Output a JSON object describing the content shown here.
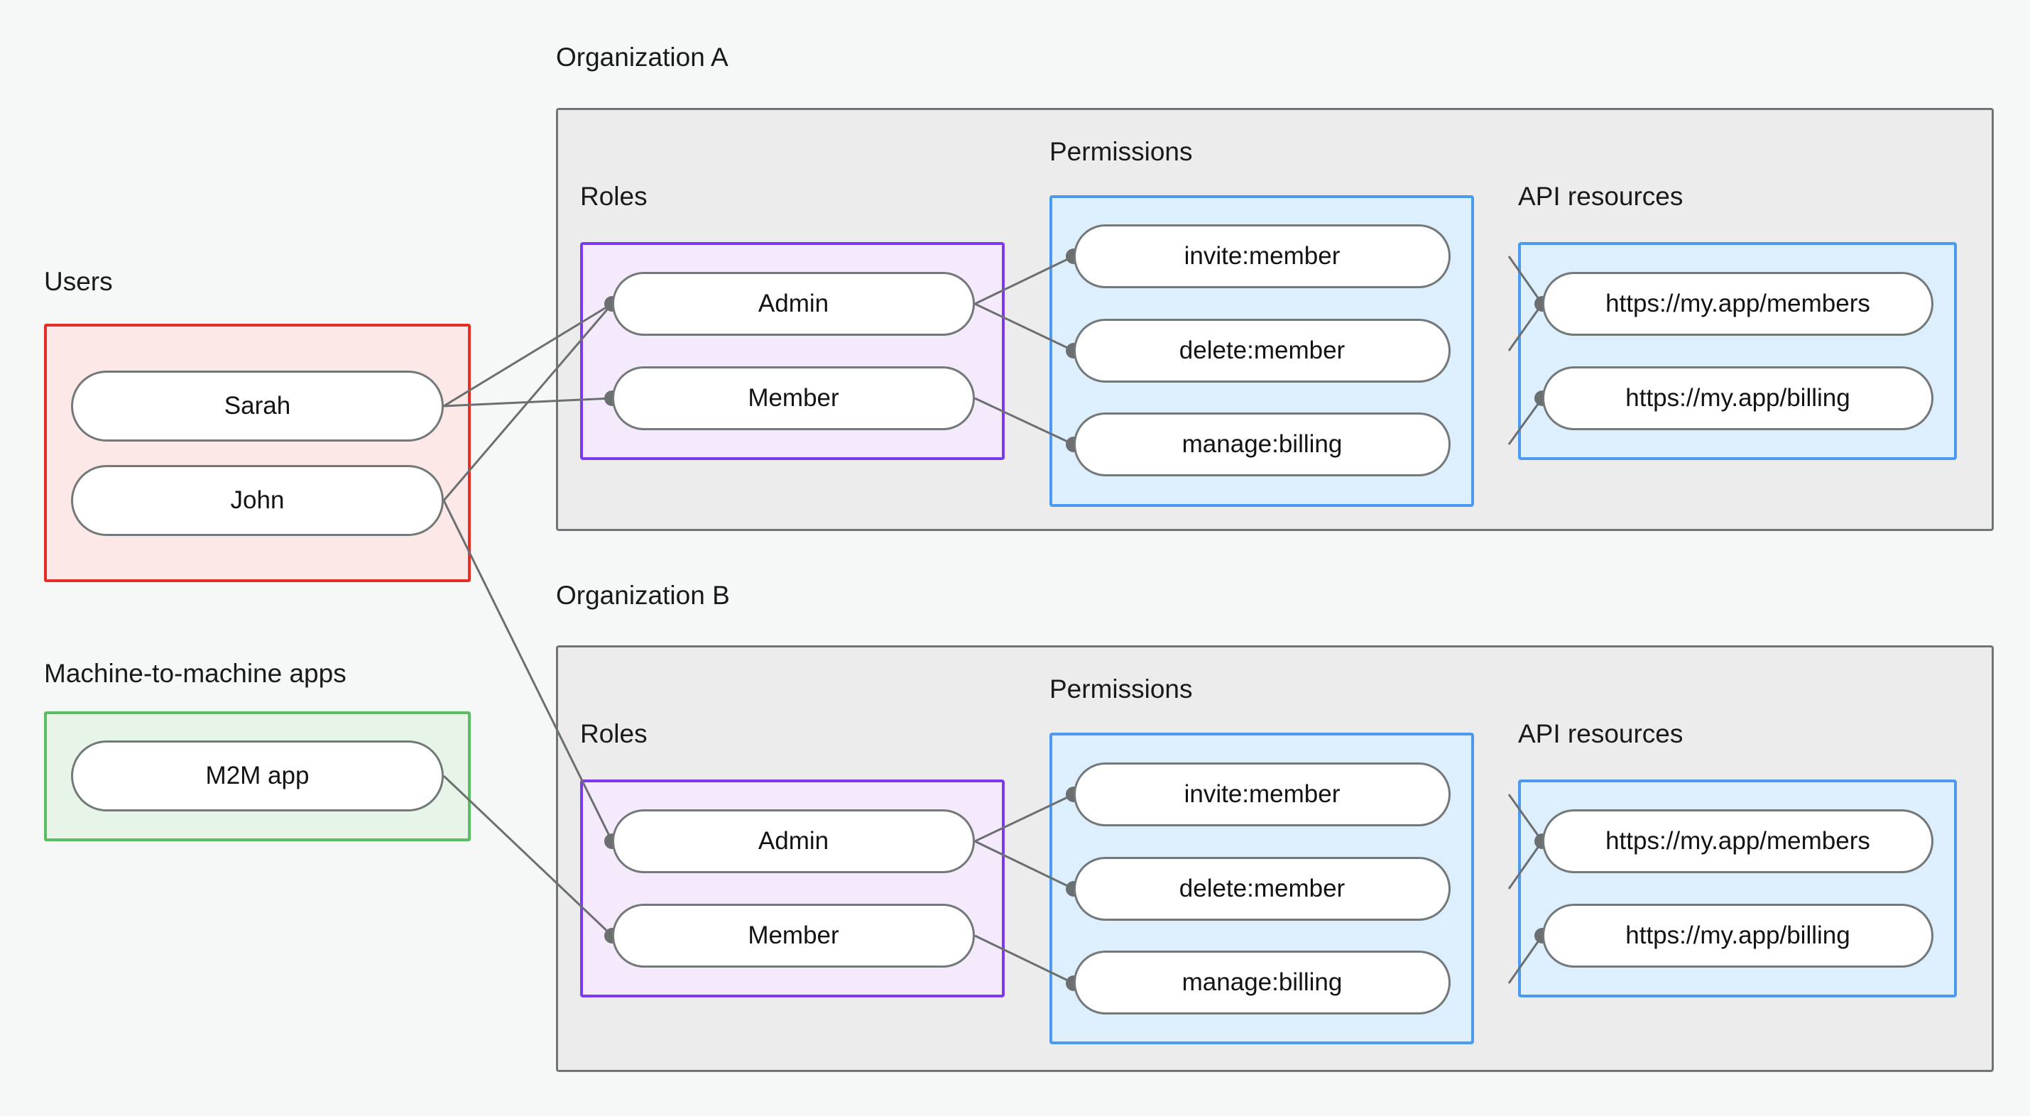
{
  "colors": {
    "page_background": "#f6f8f8",
    "org_fill": "#ececec",
    "org_border": "#6e7478",
    "users_fill": "#fce9e7",
    "users_border": "#e62d26",
    "m2m_fill": "#e7f5e8",
    "m2m_border": "#5bbd63",
    "roles_fill": "#f5eafc",
    "roles_border": "#7c3aed",
    "permissions_fill": "#ddeefd",
    "permissions_border": "#4a9bf0",
    "api_fill": "#ddeefd",
    "api_border": "#4a9bf0",
    "node_fill": "#ffffff",
    "node_border": "#737879",
    "link_stroke": "#6b6f70",
    "text": "#131313"
  },
  "identities": {
    "users": {
      "label": "Users",
      "items": [
        {
          "label": "Sarah"
        },
        {
          "label": "John"
        }
      ]
    },
    "machine_apps": {
      "label": "Machine-to-machine apps",
      "items": [
        {
          "label": "M2M app"
        }
      ]
    }
  },
  "organizations": [
    {
      "label": "Organization A",
      "roles": {
        "label": "Roles",
        "items": [
          {
            "label": "Admin"
          },
          {
            "label": "Member"
          }
        ]
      },
      "permissions": {
        "label": "Permissions",
        "items": [
          {
            "label": "invite:member"
          },
          {
            "label": "delete:member"
          },
          {
            "label": "manage:billing"
          }
        ]
      },
      "api_resources": {
        "label": "API resources",
        "items": [
          {
            "label": "https://my.app/members"
          },
          {
            "label": "https://my.app/billing"
          }
        ]
      }
    },
    {
      "label": "Organization B",
      "roles": {
        "label": "Roles",
        "items": [
          {
            "label": "Admin"
          },
          {
            "label": "Member"
          }
        ]
      },
      "permissions": {
        "label": "Permissions",
        "items": [
          {
            "label": "invite:member"
          },
          {
            "label": "delete:member"
          },
          {
            "label": "manage:billing"
          }
        ]
      },
      "api_resources": {
        "label": "API resources",
        "items": [
          {
            "label": "https://my.app/members"
          },
          {
            "label": "https://my.app/billing"
          }
        ]
      }
    }
  ],
  "connections": [
    {
      "from": "Sarah",
      "to": "Organization A / Admin"
    },
    {
      "from": "Sarah",
      "to": "Organization A / Member"
    },
    {
      "from": "John",
      "to": "Organization A / Admin"
    },
    {
      "from": "John",
      "to": "Organization B / Admin"
    },
    {
      "from": "M2M app",
      "to": "Organization B / Member"
    },
    {
      "from": "Organization A / Admin",
      "to": "Organization A / invite:member"
    },
    {
      "from": "Organization A / Admin",
      "to": "Organization A / delete:member"
    },
    {
      "from": "Organization A / Member",
      "to": "Organization A / manage:billing"
    },
    {
      "from": "Organization A / invite:member",
      "to": "Organization A / https://my.app/members"
    },
    {
      "from": "Organization A / delete:member",
      "to": "Organization A / https://my.app/members"
    },
    {
      "from": "Organization A / manage:billing",
      "to": "Organization A / https://my.app/billing"
    },
    {
      "from": "Organization B / Admin",
      "to": "Organization B / invite:member"
    },
    {
      "from": "Organization B / Admin",
      "to": "Organization B / delete:member"
    },
    {
      "from": "Organization B / Member",
      "to": "Organization B / manage:billing"
    },
    {
      "from": "Organization B / invite:member",
      "to": "Organization B / https://my.app/members"
    },
    {
      "from": "Organization B / delete:member",
      "to": "Organization B / https://my.app/members"
    },
    {
      "from": "Organization B / manage:billing",
      "to": "Organization B / https://my.app/billing"
    }
  ]
}
